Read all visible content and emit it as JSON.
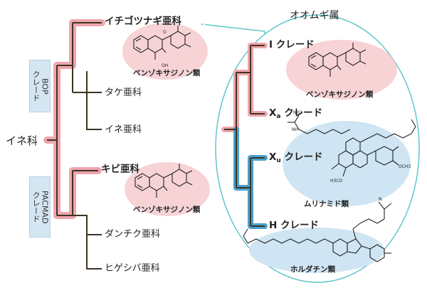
{
  "tree": {
    "root": "イネ科",
    "clades": {
      "bop": "BOP\nクレード",
      "pacmad": "PACMAD\nクレード"
    },
    "taxa": {
      "pooideae": "イチゴツナギ亜科",
      "bambusoideae": "タケ亜科",
      "oryzoideae": "イネ亜科",
      "panicoideae": "キビ亜科",
      "arundinoideae": "ダンチク亜科",
      "chloridoideae": "ヒゲシバ亜科"
    },
    "compound_left_1": "ベンゾキサジノン類",
    "compound_left_2": "ベンゾキサジノン類"
  },
  "inset": {
    "title": "オオムギ属",
    "clades": {
      "I": {
        "main": "I",
        "sub": "",
        "suffix": " クレード"
      },
      "Xa": {
        "main": "X",
        "sub": "a",
        "suffix": " クレード"
      },
      "Xu": {
        "main": "X",
        "sub": "u",
        "suffix": " クレード"
      },
      "H": {
        "main": "H",
        "sub": "",
        "suffix": " クレード"
      }
    },
    "compounds": {
      "benzoxazinoid": "ベンゾキサジノン類",
      "hordatine": "ムリナミド類",
      "hordatine2": "ホルダチン類"
    },
    "atoms": {
      "oxygen": "O",
      "hydroxyl": "OH",
      "nitrogen": "N",
      "amine": "NH",
      "amine2": "NH2",
      "methoxy": "OCH3",
      "methoxy2": "H3CO"
    }
  },
  "colors": {
    "branch": "#3d3520",
    "highlight_red": "#f0a4ae",
    "highlight_blue": "#4a9fd0",
    "pink_blob": "#f4c4c8",
    "blue_blob": "#cfe5f3",
    "clade_box": "#d4e6f1",
    "inset_border": "#62c6cc"
  }
}
